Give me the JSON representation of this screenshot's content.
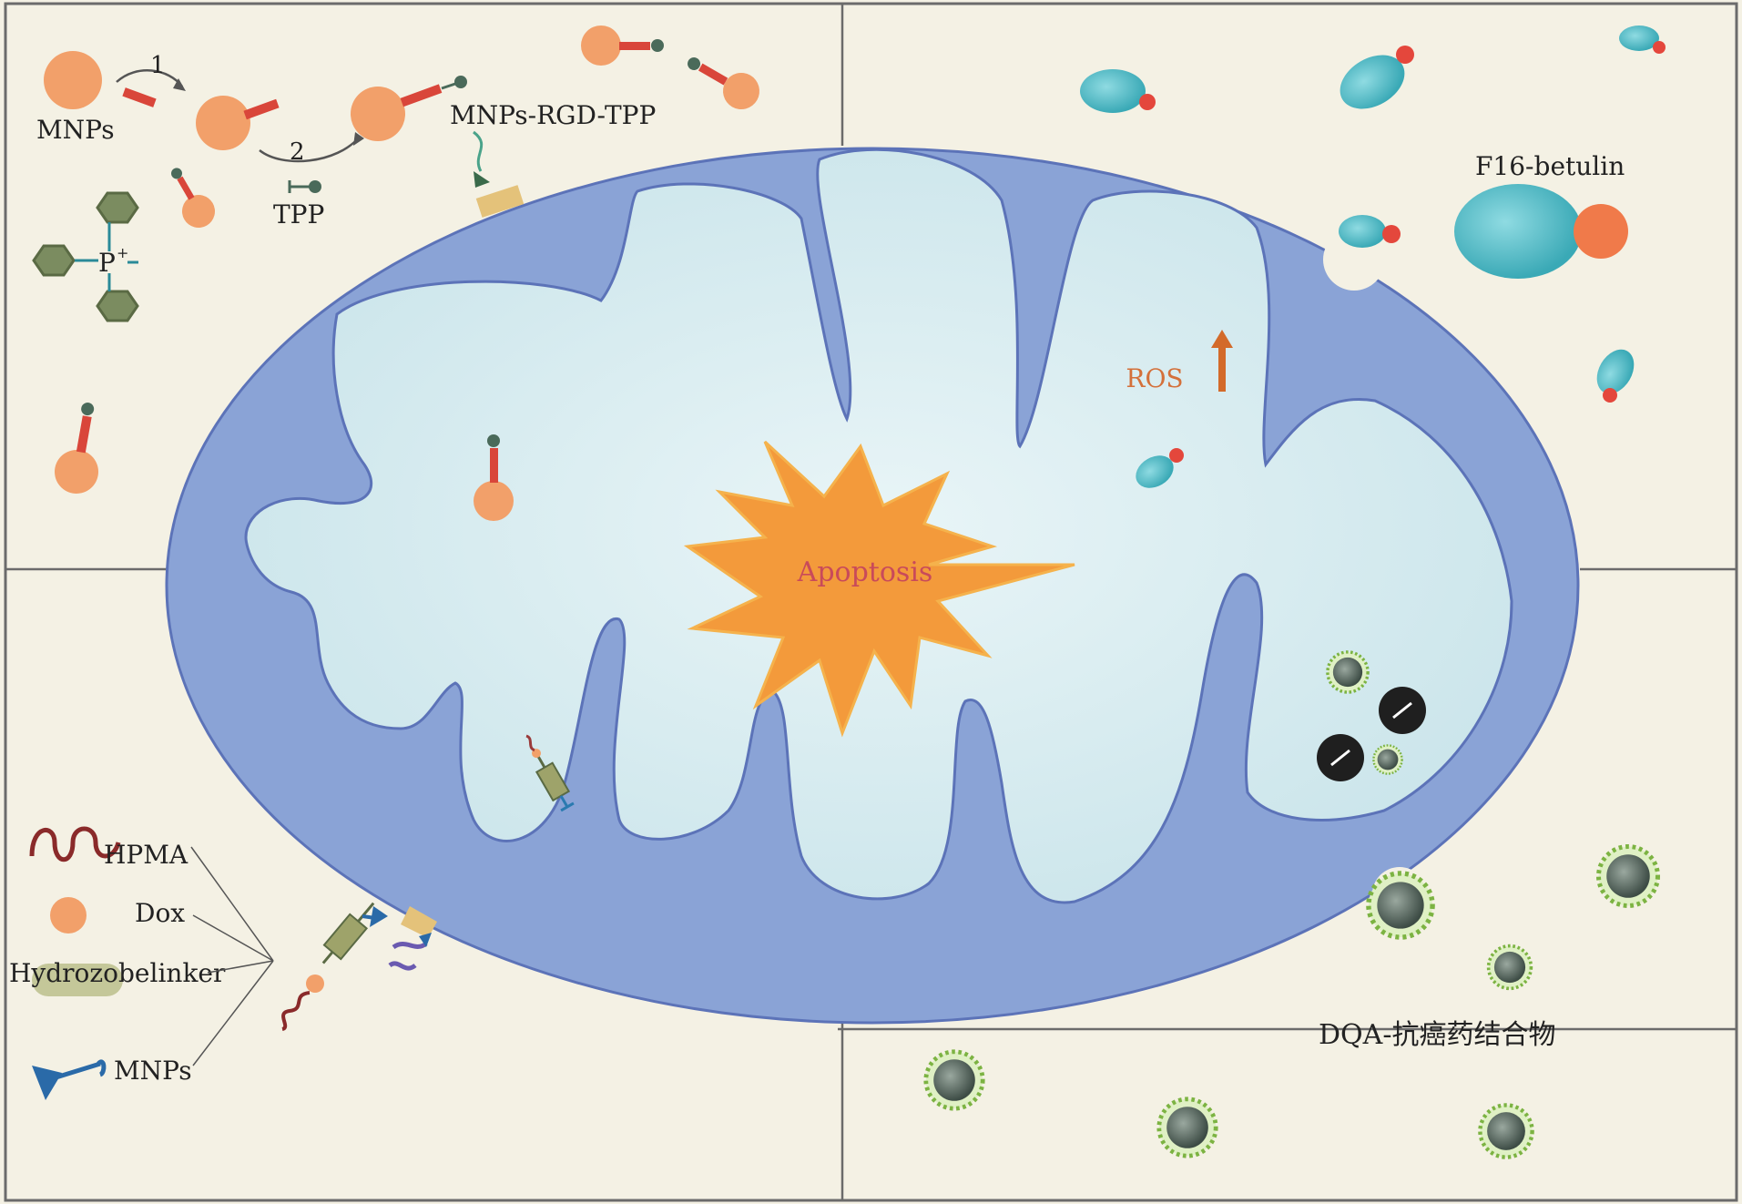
{
  "colors": {
    "background": "#f4f1e4",
    "panel_border": "#6b6b6b",
    "mito_outer": "#8aa3d6",
    "mito_inner": "#d7ecf0",
    "mito_stroke": "#5c73b8",
    "orange": "#f2a06a",
    "burst": "#f39a3b",
    "cyan": "#5fc0c9",
    "red_cap": "#e4473c",
    "green_ring": "#8bc34a",
    "dark_core": "#5a6e66"
  },
  "labels": {
    "mnps_top": "MNPs",
    "step1": "1",
    "step2": "2",
    "tpp": "TPP",
    "mnps_rgd_tpp": "MNPs-RGD-TPP",
    "p_plus": "P",
    "p_plus_sup": "+",
    "f16_betulin": "F16-betulin",
    "ros": "ROS",
    "apoptosis": "Apoptosis",
    "hpma": "HPMA",
    "dox": "Dox",
    "hydrozobelinker": "Hydrozobelinker",
    "mnps_bottom": "MNPs",
    "dqa": "DQA-抗癌药结合物"
  }
}
